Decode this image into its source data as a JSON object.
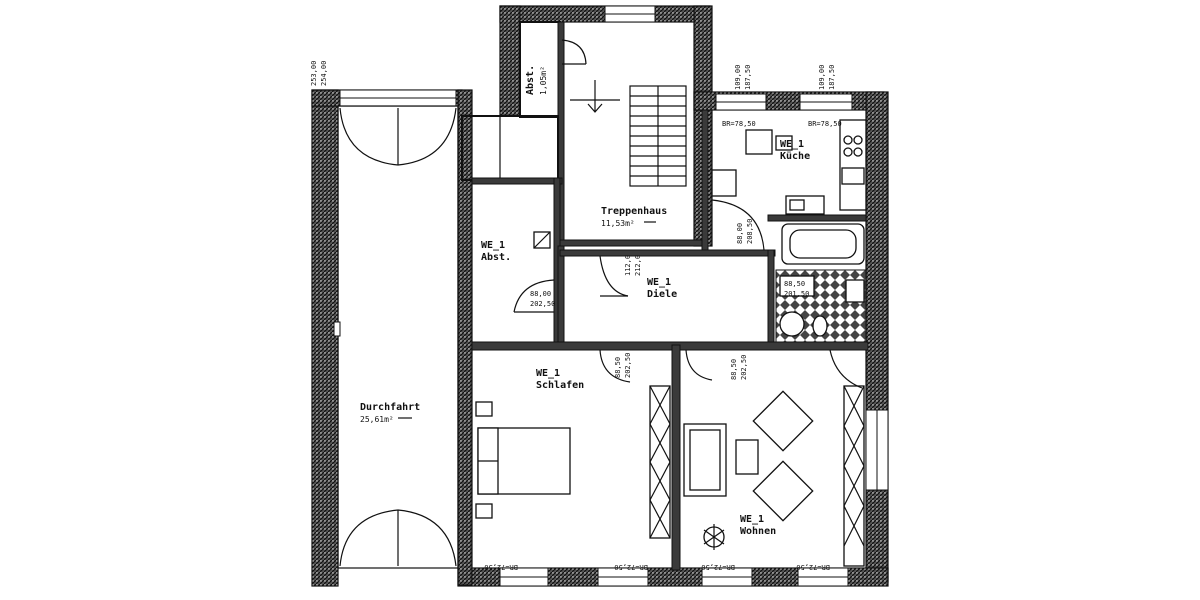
{
  "rooms": {
    "abst_small": {
      "name": "Abst.",
      "area": "1,05m²"
    },
    "treppenhaus": {
      "name": "Treppenhaus",
      "area": "11,53m²"
    },
    "kueche": {
      "unit": "WE_1",
      "name": "Küche",
      "sill_left": "BR=78,50",
      "sill_right": "BR=78,50"
    },
    "abst": {
      "unit": "WE_1",
      "name": "Abst.",
      "door_w": "88,00",
      "door_h": "202,50"
    },
    "diele": {
      "unit": "WE_1",
      "name": "Diele",
      "door_w": "112,0",
      "door_h": "212,0"
    },
    "durchfahrt": {
      "name": "Durchfahrt",
      "area": "25,61m²"
    },
    "schlafen": {
      "unit": "WE_1",
      "name": "Schlafen",
      "door_w": "88,50",
      "door_h": "202,50",
      "sill_left": "BR=72,50",
      "sill_right": "BR=72,50"
    },
    "wohnen": {
      "unit": "WE_1",
      "name": "Wohnen",
      "door_w": "88,50",
      "door_h": "202,50",
      "sill_left": "BR=72,50",
      "sill_right": "BR=72,50"
    },
    "bad": {
      "door_w": "88,50",
      "door_h": "201,50"
    },
    "kueche_door": {
      "door_w": "88,00",
      "door_h": "208,50"
    }
  },
  "window_dims": {
    "durchfahrt_top": [
      "253,00",
      "254,00"
    ],
    "kueche_w1": [
      "109,00",
      "187,50"
    ],
    "kueche_w2": [
      "109,00",
      "187,50"
    ]
  }
}
